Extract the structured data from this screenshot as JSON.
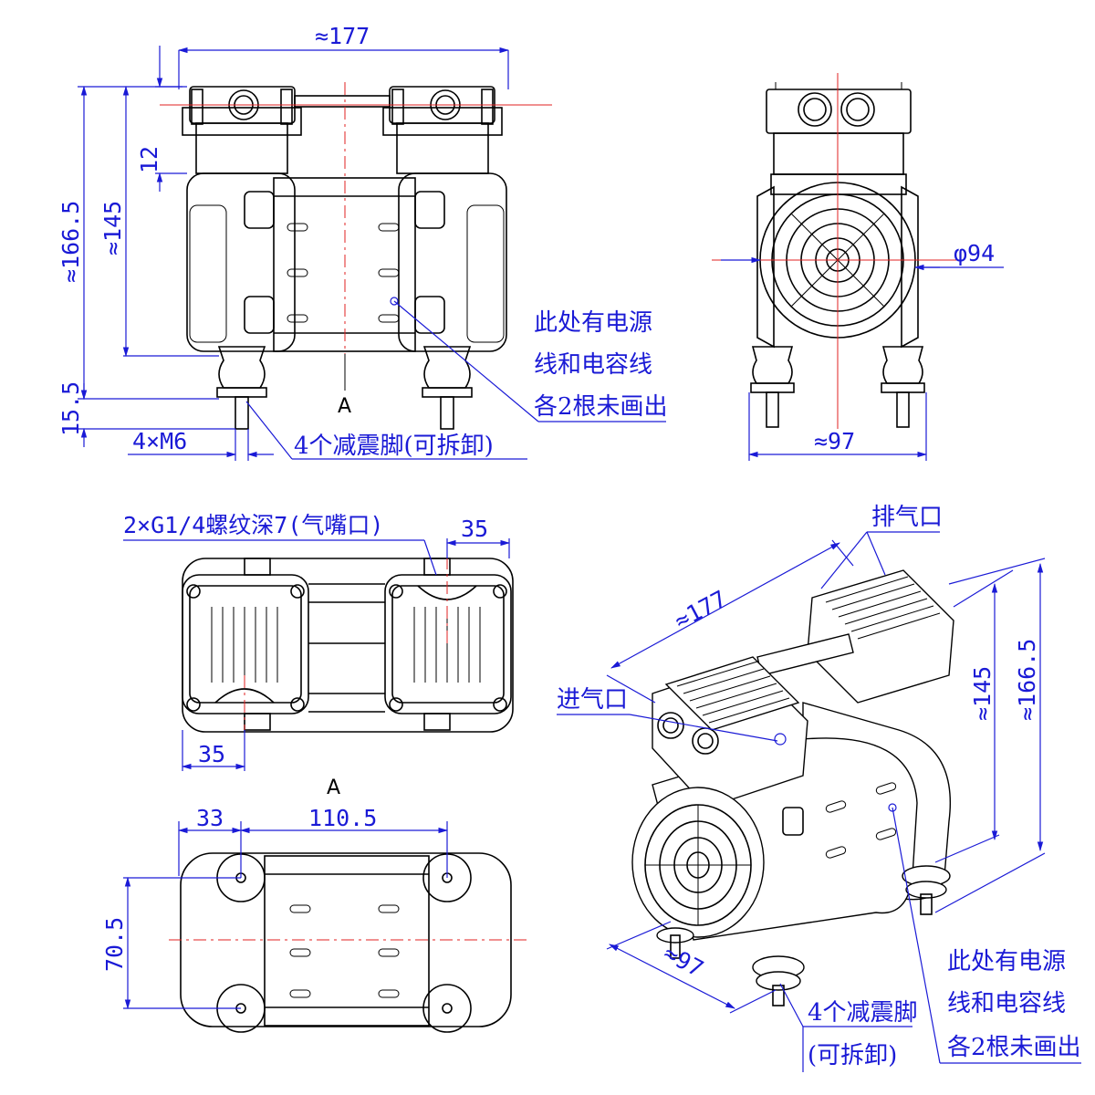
{
  "front_view": {
    "width": "≈177",
    "dim_12": "12",
    "dim_145": "≈145",
    "dim_166": "≈166.5",
    "dim_15": "15.5",
    "thread": "4×M6",
    "label_a": "A",
    "feet_note": "4个减震脚(可拆卸)",
    "wire_note_1": "此处有电源",
    "wire_note_2": "线和电容线",
    "wire_note_3": "各2根未画出"
  },
  "side_view": {
    "diameter": "φ94",
    "width": "≈97"
  },
  "top_view": {
    "port_note": "2×G1/4螺纹深7(气嘴口)",
    "dim_35_top": "35",
    "dim_35_bottom": "35"
  },
  "bottom_view": {
    "label_a": "A",
    "dim_33": "33",
    "dim_110": "110.5",
    "dim_70": "70.5"
  },
  "iso_view": {
    "exhaust": "排气口",
    "intake": "进气口",
    "width": "≈177",
    "dim_145": "≈145",
    "dim_166": "≈166.5",
    "depth": "≈97",
    "feet_note_1": "4个减震脚",
    "feet_note_2": "(可拆卸)",
    "wire_note_1": "此处有电源",
    "wire_note_2": "线和电容线",
    "wire_note_3": "各2根未画出"
  }
}
